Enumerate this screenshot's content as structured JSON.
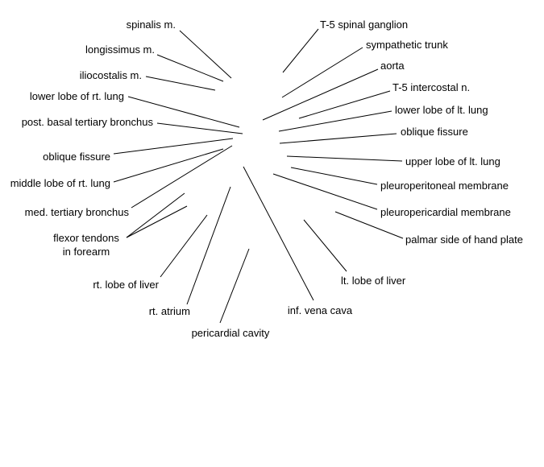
{
  "labels": {
    "spinalis": "spinalis m.",
    "longissimus": "longissimus m.",
    "iliocostalis": "iliocostalis m.",
    "lower_lobe_rt_lung": "lower lobe of rt. lung",
    "post_basal_bronchus": "post. basal tertiary bronchus",
    "oblique_fissure_left": "oblique fissure",
    "middle_lobe_rt_lung": "middle lobe of rt. lung",
    "med_tertiary_bronchus": "med. tertiary bronchus",
    "flexor_tendons_1": "flexor tendons",
    "flexor_tendons_2": "in forearm",
    "rt_lobe_liver": "rt. lobe of liver",
    "rt_atrium": "rt. atrium",
    "pericardial_cavity": "pericardial cavity",
    "inf_vena_cava": "inf. vena cava",
    "lt_lobe_liver": "lt. lobe of liver",
    "palmar_side": "palmar side of hand plate",
    "pleuropericardial": "pleuropericardial membrane",
    "pleuroperitoneal": "pleuroperitoneal membrane",
    "upper_lobe_lt_lung": "upper lobe of lt. lung",
    "oblique_fissure_right": "oblique fissure",
    "lower_lobe_lt_lung": "lower lobe of lt. lung",
    "t5_intercostal": "T-5 intercostal n.",
    "aorta": "aorta",
    "sympathetic_trunk": "sympathetic trunk",
    "t5_spinal_ganglion": "T-5 spinal ganglion"
  }
}
